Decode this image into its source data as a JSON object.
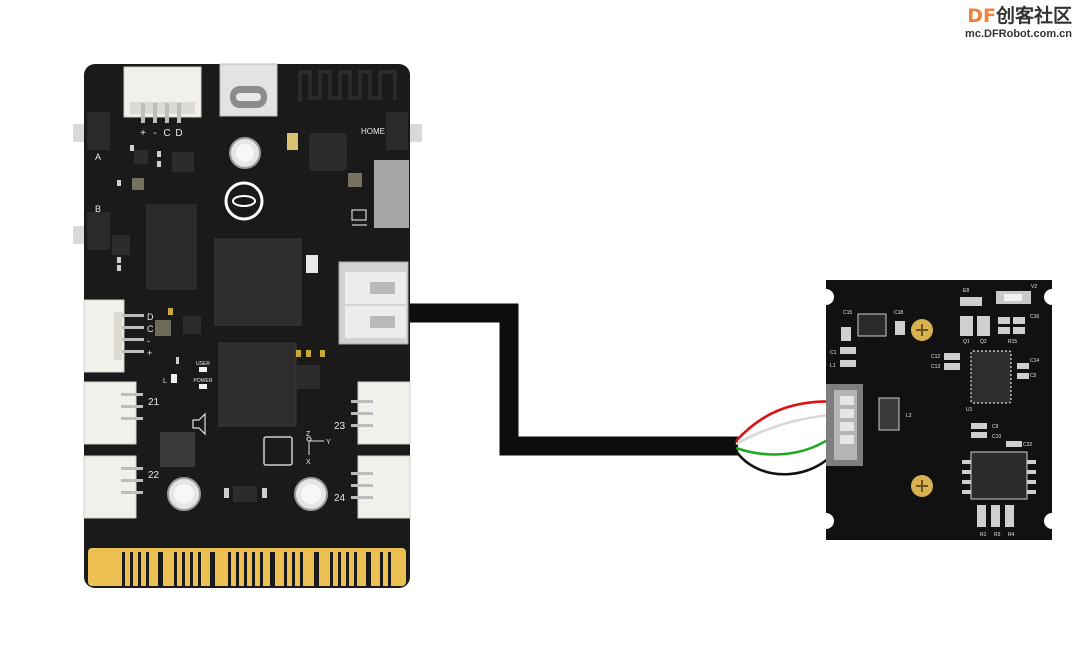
{
  "watermark": {
    "brand": "DF",
    "brand_cn": "创客社区",
    "url": "mc.DFRobot.com.cn"
  },
  "controller_board": {
    "buttons": {
      "a": "A",
      "b": "B",
      "home": "HOME"
    },
    "top_connector_pins": [
      "+",
      "-",
      "C",
      "D"
    ],
    "left_connector_pins": [
      "D",
      "C",
      "-",
      "+"
    ],
    "indicators": {
      "l": "L",
      "user": "USER",
      "power": "POWER"
    },
    "port_labels": {
      "p21": "21",
      "p22": "22",
      "p23": "23",
      "p24": "24"
    },
    "axis": {
      "x": "X",
      "y": "Y",
      "z": "Z"
    }
  },
  "sensor_module": {
    "component_labels": [
      "E8",
      "V2",
      "C15",
      "C18",
      "C16",
      "C1",
      "L1",
      "C12",
      "C13",
      "Q1",
      "Q2",
      "R15",
      "C14",
      "C5",
      "L2",
      "U1",
      "C9",
      "C10",
      "C32",
      "R1",
      "R3",
      "R4"
    ]
  },
  "cable": {
    "wire_colors": [
      "#e01010",
      "#d8d8d8",
      "#21a821",
      "#111111"
    ]
  },
  "colors": {
    "pcb": "#1a1a1a",
    "gold": "#ecc053",
    "connector": "#f2f0eb",
    "silkscreen": "#e8e8e8"
  }
}
